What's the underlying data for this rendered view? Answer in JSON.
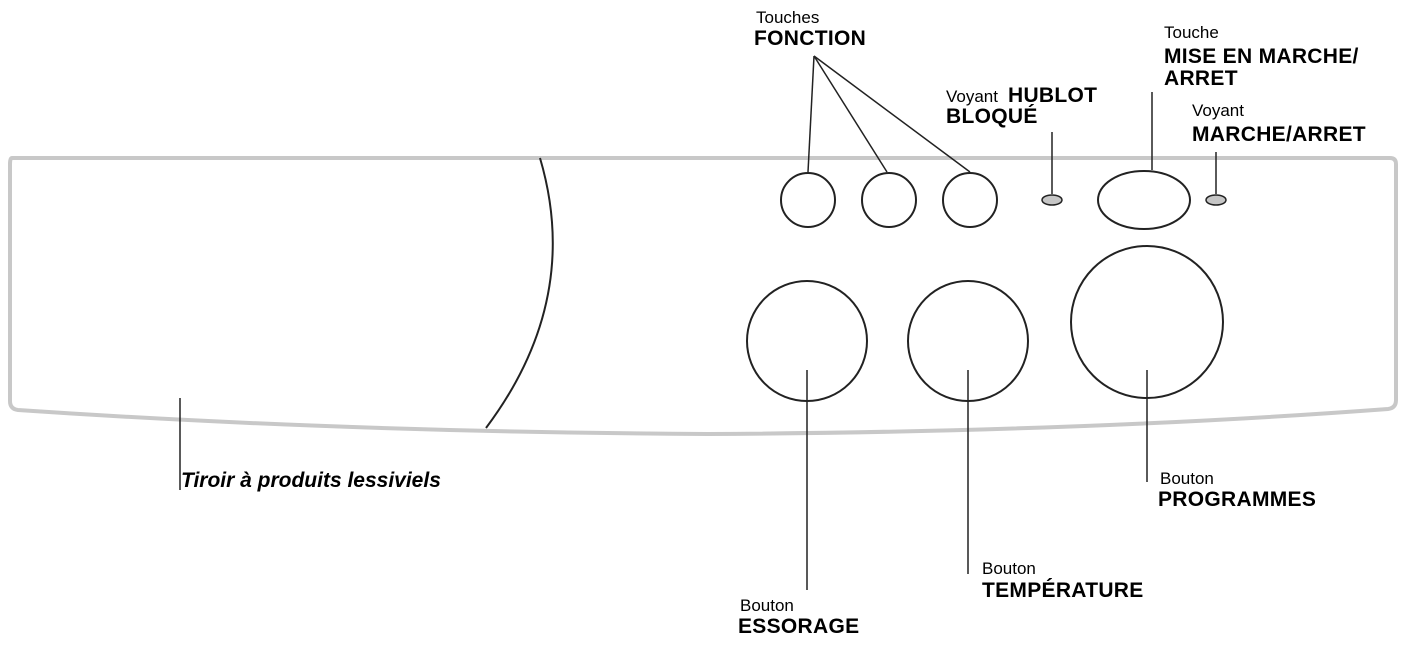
{
  "colors": {
    "panel_outline": "#c8c8c8",
    "line": "#222222",
    "indicator_fill": "#c6c6c6",
    "text": "#000000"
  },
  "labels": {
    "fonction": {
      "small": "Touches",
      "big": "FONCTION"
    },
    "hublot": {
      "small": "Voyant",
      "big_1": "HUBLOT",
      "big_2": "BLOQUÉ"
    },
    "mise_en_marche": {
      "small": "Touche",
      "big_1": "MISE EN MARCHE/",
      "big_2": "ARRET"
    },
    "voyant_marche": {
      "small": "Voyant",
      "big": "MARCHE/ARRET"
    },
    "tiroir": {
      "text": "Tiroir à produits lessiviels"
    },
    "programmes": {
      "small": "Bouton",
      "big": "PROGRAMMES"
    },
    "temperature": {
      "small": "Bouton",
      "big": "TEMPÉRATURE"
    },
    "essorage": {
      "small": "Bouton",
      "big": "ESSORAGE"
    }
  }
}
